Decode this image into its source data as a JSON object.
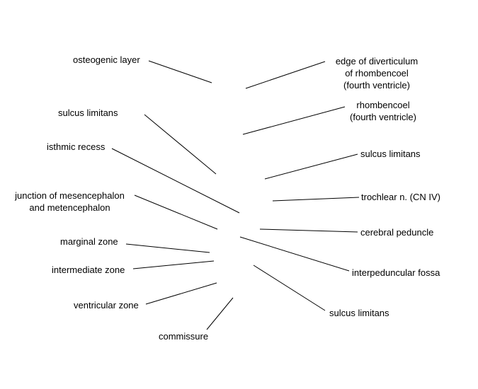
{
  "colors": {
    "background": "#ffffff",
    "leader_line": "#000000",
    "text": "#000000"
  },
  "labels": {
    "osteogenic_layer": "osteogenic layer",
    "sulcus_limitans_left": "sulcus limitans",
    "isthmic_recess": "isthmic recess",
    "junction_line1": "junction of mesencephalon",
    "junction_line2": "and metencephalon",
    "marginal_zone": "marginal zone",
    "intermediate_zone": "intermediate zone",
    "ventricular_zone": "ventricular zone",
    "commissure": "commissure",
    "edge_line1": "edge of diverticulum",
    "edge_line2": "of rhombencoel",
    "edge_line3": "(fourth ventricle)",
    "rhombencoel_line1": "rhombencoel",
    "rhombencoel_line2": "(fourth ventricle)",
    "sulcus_limitans_right_upper": "sulcus limitans",
    "trochlear_nerve": "trochlear n. (CN IV)",
    "cerebral_peduncle": "cerebral peduncle",
    "interpeduncular_fossa": "interpeduncular fossa",
    "sulcus_limitans_right_lower": "sulcus limitans"
  }
}
